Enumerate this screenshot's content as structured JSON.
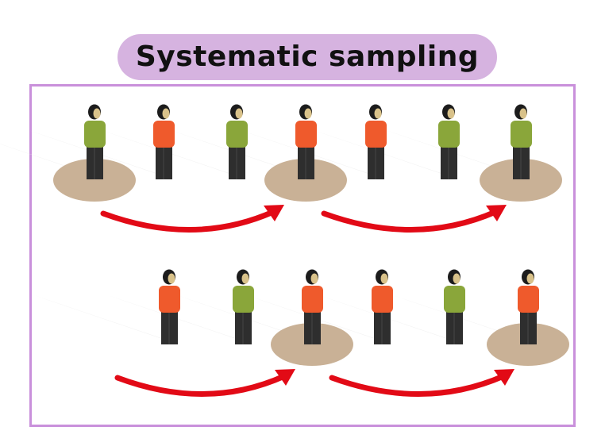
{
  "title": "Systematic sampling",
  "colors": {
    "title_background": "#d6b3e0",
    "frame_border": "#c990db",
    "shirt_green": "#8aa63a",
    "shirt_orange": "#ef5a2c",
    "trousers": "#2e2e2e",
    "hair": "#1c1c1c",
    "skin": "#d9c28a",
    "selection_disc": "#c9b196",
    "arrow": "#e20a16",
    "shadow": "#e9e9e9"
  },
  "rows": [
    {
      "people": [
        {
          "shirt": "green",
          "selected": true
        },
        {
          "shirt": "orange",
          "selected": false
        },
        {
          "shirt": "green",
          "selected": false
        },
        {
          "shirt": "orange",
          "selected": true
        },
        {
          "shirt": "orange",
          "selected": false
        },
        {
          "shirt": "green",
          "selected": false
        },
        {
          "shirt": "green",
          "selected": true
        }
      ],
      "arrows": 2
    },
    {
      "people": [
        {
          "shirt": "orange",
          "selected": false
        },
        {
          "shirt": "green",
          "selected": false
        },
        {
          "shirt": "orange",
          "selected": true
        },
        {
          "shirt": "orange",
          "selected": false
        },
        {
          "shirt": "green",
          "selected": false
        },
        {
          "shirt": "orange",
          "selected": true
        }
      ],
      "arrows": 2
    }
  ],
  "sampling_interval": 3
}
